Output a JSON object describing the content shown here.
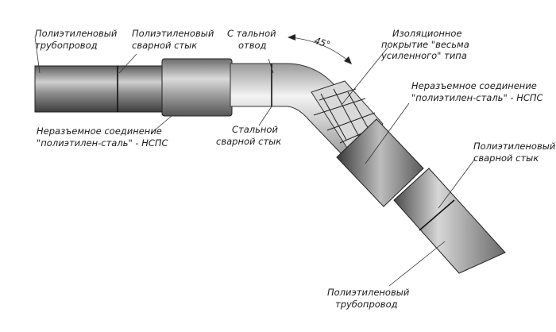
{
  "labels": {
    "pe_pipe_left": [
      "Полиэтиленовый",
      "трубопровод"
    ],
    "pe_weld_left": [
      "Полиэтиленовый",
      "сварной стык"
    ],
    "steel_bend": [
      "С тальной",
      "отвод"
    ],
    "angle": "45°",
    "insulation": [
      "Изоляционное",
      "покрытие \"весьма",
      "усиленного\" типа"
    ],
    "joint_right": [
      "Неразъемное соединение",
      "\"полиэтилен-сталь\" - НСПС"
    ],
    "joint_left": [
      "Неразъемное соединение",
      "\"полиэтилен-сталь\" - НСПС"
    ],
    "steel_weld": [
      "Стальной",
      "сварной стык"
    ],
    "pe_weld_right": [
      "Полиэтиленовый",
      "сварной стык"
    ],
    "pe_pipe_right": [
      "Полиэтиленовый",
      "трубопровод"
    ]
  }
}
